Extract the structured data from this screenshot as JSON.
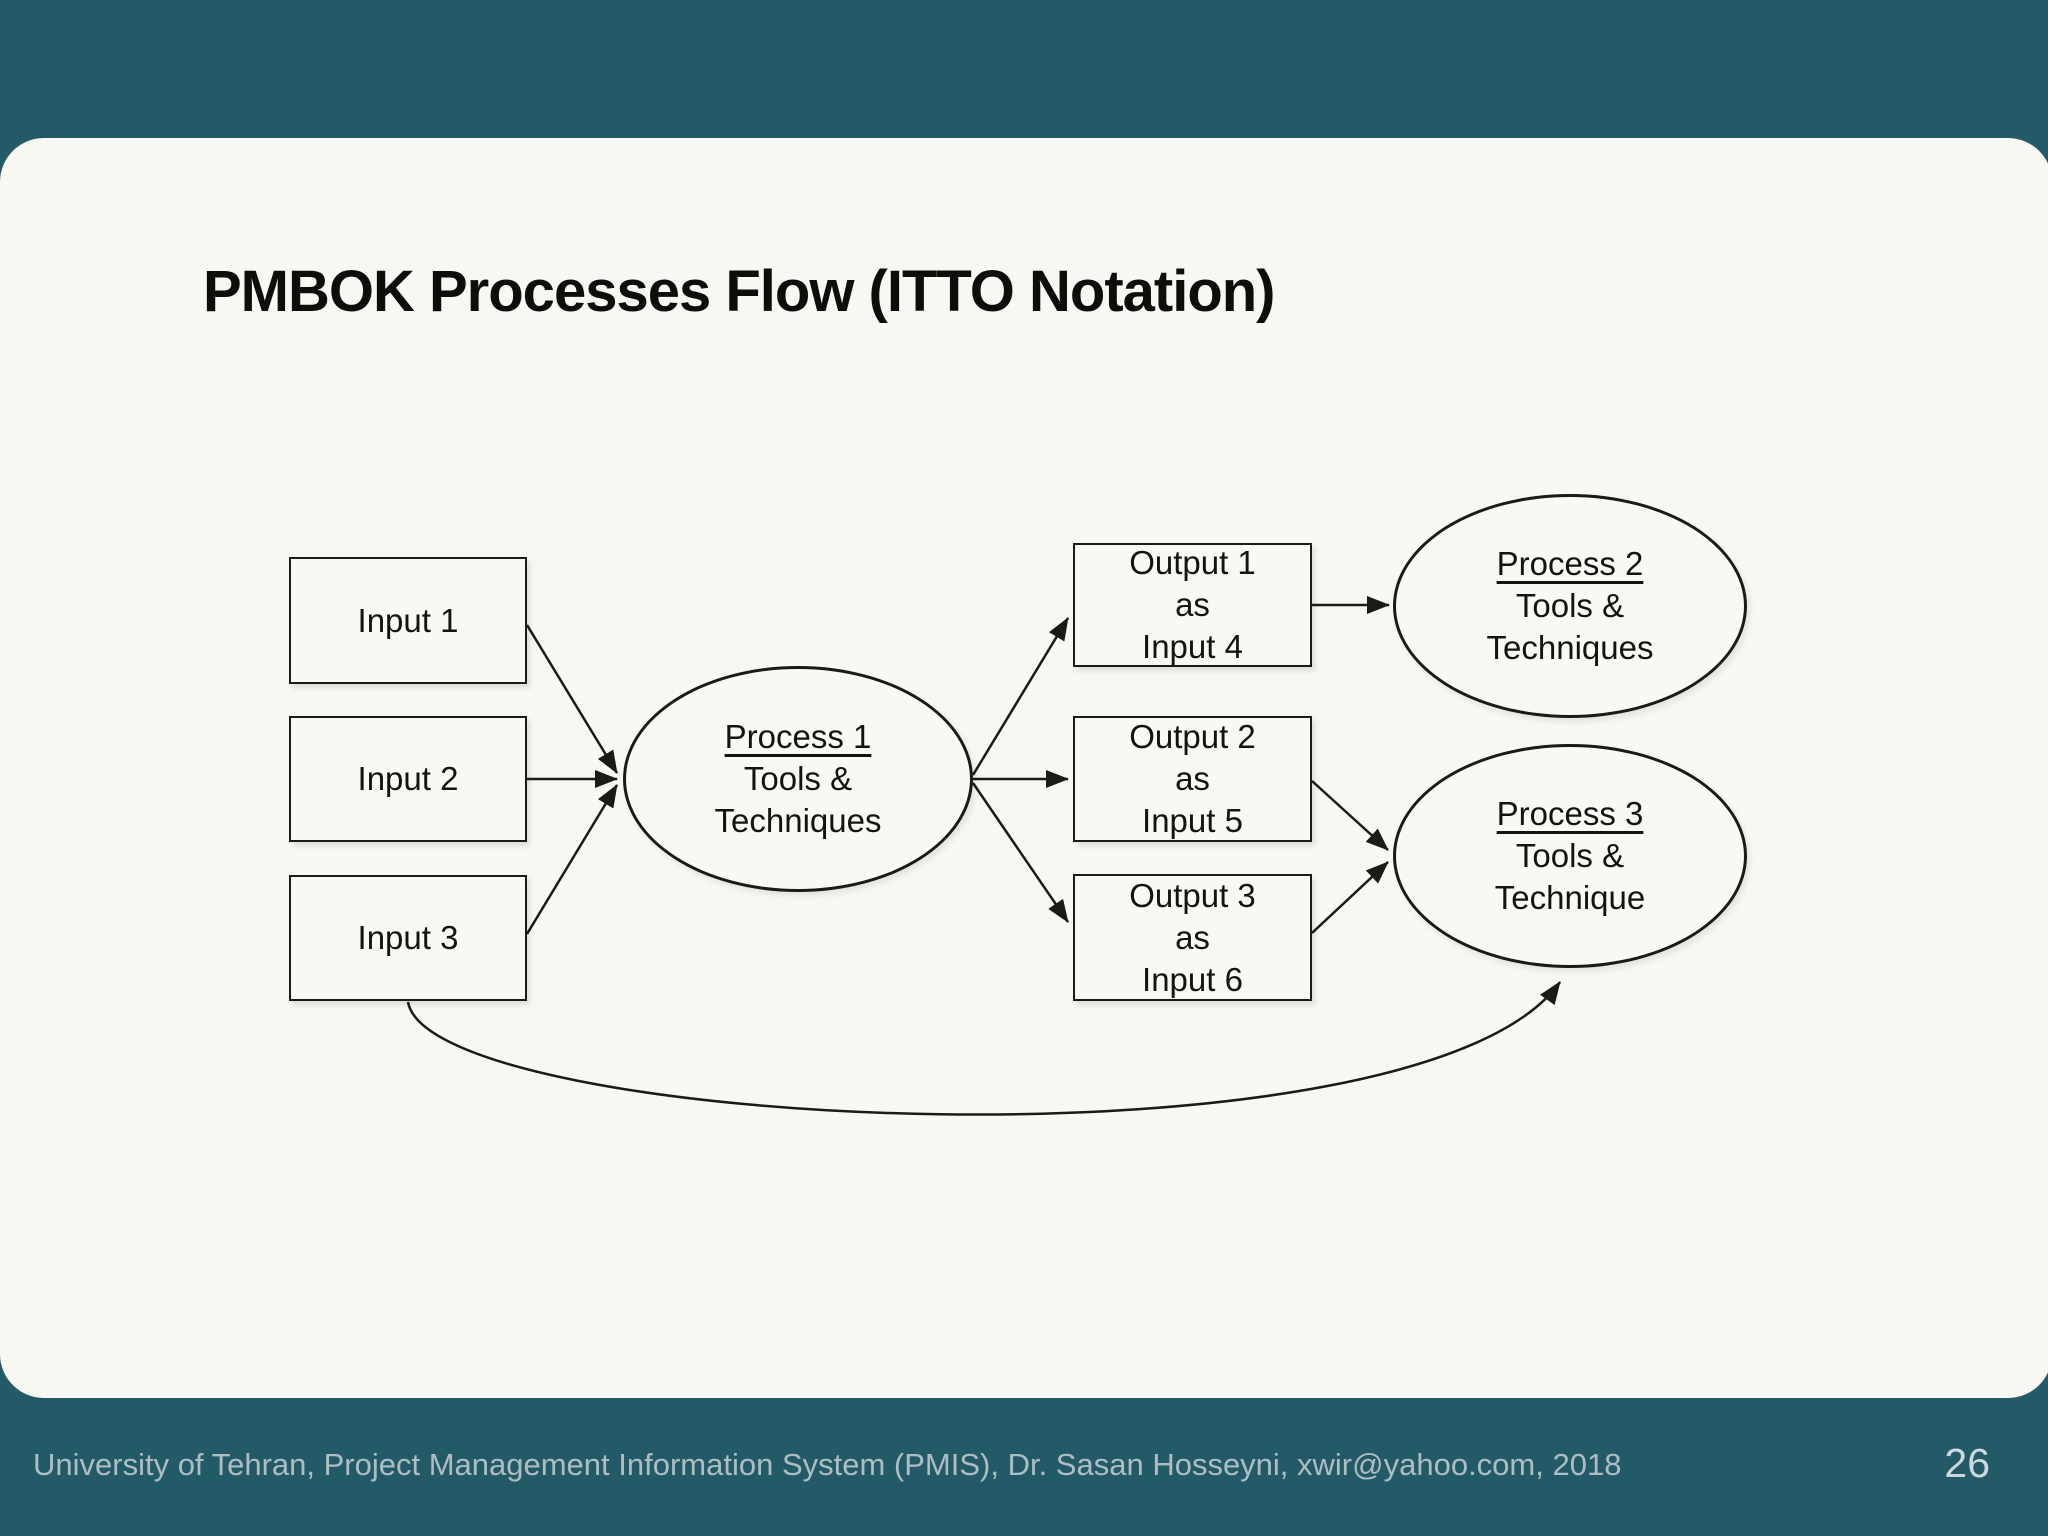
{
  "slide": {
    "title": "PMBOK Processes Flow (ITTO Notation)",
    "footer": "University of Tehran, Project Management Information System (PMIS), Dr. Sasan Hosseyni, xwir@yahoo.com, 2018",
    "page_number": "26"
  },
  "colors": {
    "band_background": "#235a68",
    "slide_background": "#f8f7f1",
    "diagram_line": "#1a1a18",
    "footer_text": "#aebdc2",
    "page_number_text": "#ccd8db"
  },
  "diagram": {
    "inputs": [
      {
        "label": "Input 1"
      },
      {
        "label": "Input 2"
      },
      {
        "label": "Input 3"
      }
    ],
    "outputs": [
      {
        "line1": "Output 1",
        "line2": "as",
        "line3": "Input 4"
      },
      {
        "line1": "Output 2",
        "line2": "as",
        "line3": "Input 5"
      },
      {
        "line1": "Output 3",
        "line2": "as",
        "line3": "Input 6"
      }
    ],
    "processes": [
      {
        "name": "Process 1",
        "line2": "Tools &",
        "line3": "Techniques"
      },
      {
        "name": "Process 2",
        "line2": "Tools &",
        "line3": "Techniques"
      },
      {
        "name": "Process 3",
        "line2": "Tools &",
        "line3": "Technique"
      }
    ]
  }
}
